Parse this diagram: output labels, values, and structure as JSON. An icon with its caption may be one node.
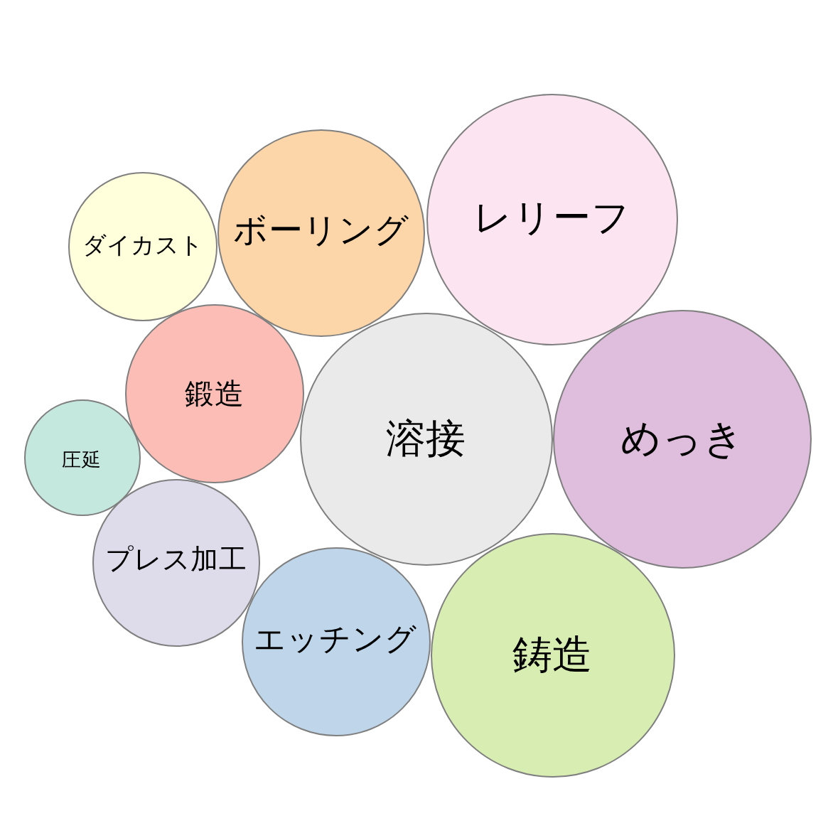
{
  "diagram": {
    "nodes": [
      {
        "text": [
          "ダイカスト"
        ]
      },
      {
        "text": [
          "ボーリング"
        ]
      },
      {
        "text": [
          "レリーフ"
        ]
      },
      {
        "text": [
          "鍛造"
        ]
      },
      {
        "text": [
          "圧延"
        ]
      },
      {
        "text": [
          "溶接"
        ]
      },
      {
        "text": [
          "めっき"
        ]
      },
      {
        "text": [
          "プレス加工"
        ]
      },
      {
        "text": [
          "エッチング"
        ]
      },
      {
        "text": [
          "鋳造"
        ]
      }
    ]
  }
}
